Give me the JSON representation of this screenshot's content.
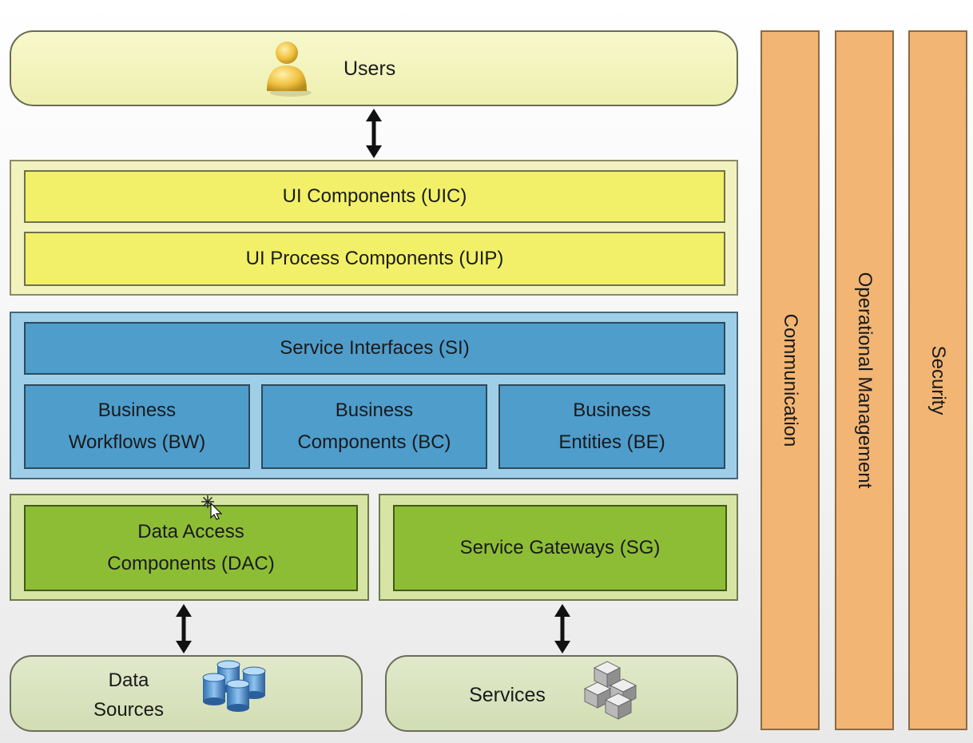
{
  "diagram": {
    "users": {
      "label": "Users",
      "icon": "user-icon"
    },
    "presentation_layer": {
      "ui_components": "UI Components (UIC)",
      "ui_process_components": "UI Process Components (UIP)",
      "color": "#f2f068"
    },
    "business_layer": {
      "service_interfaces": "Service Interfaces (SI)",
      "business_workflows": {
        "line1": "Business",
        "line2": "Workflows (BW)"
      },
      "business_components": {
        "line1": "Business",
        "line2": "Components (BC)"
      },
      "business_entities": {
        "line1": "Business",
        "line2": "Entities (BE)"
      },
      "color": "#4f9dcb"
    },
    "data_layer": {
      "data_access_components": {
        "line1": "Data Access",
        "line2": "Components (DAC)"
      },
      "service_gateways": "Service Gateways (SG)",
      "color": "#8dbd35"
    },
    "data_sources": {
      "line1": "Data",
      "line2": "Sources",
      "icon": "database-icon"
    },
    "services": {
      "label": "Services",
      "icon": "cubes-icon"
    },
    "cross_cutting": {
      "communication": "Communication",
      "operational_management": "Operational Management",
      "security": "Security",
      "color": "#f2b574"
    }
  }
}
